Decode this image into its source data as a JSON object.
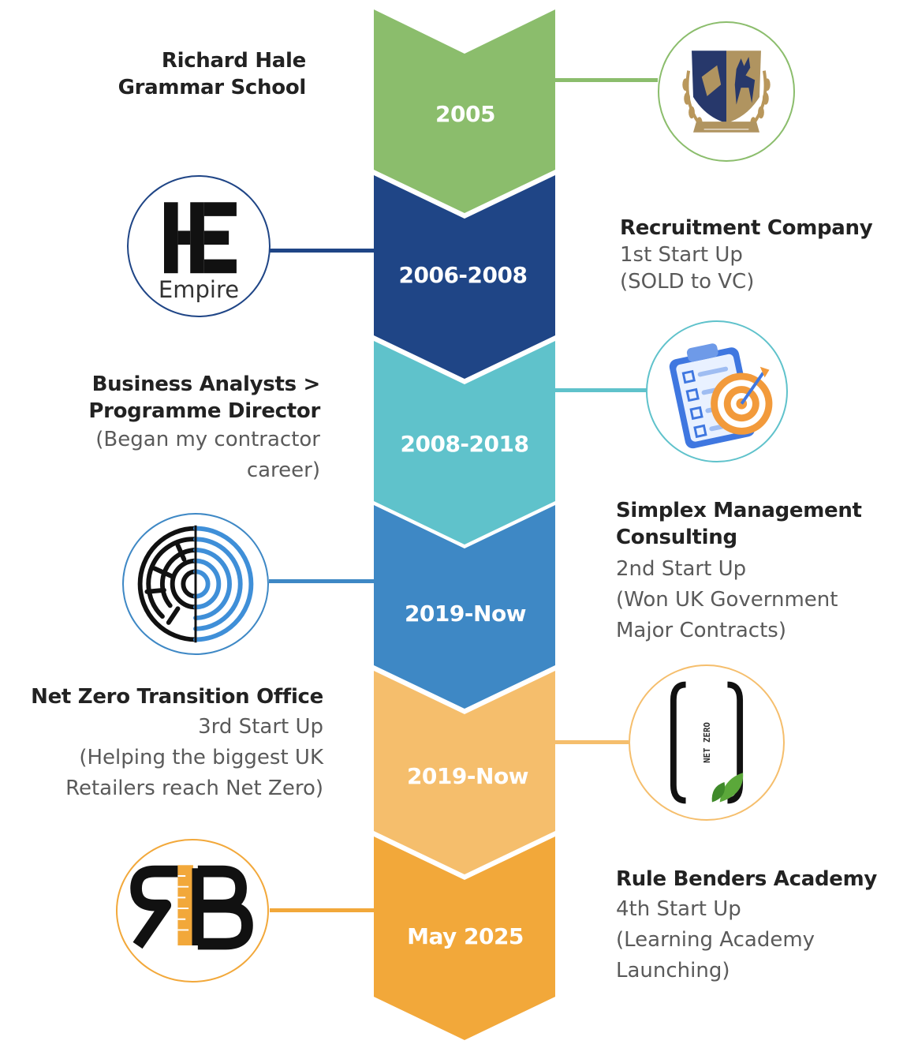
{
  "colors": {
    "green": "#8bbd6c",
    "navy": "#1f4586",
    "teal": "#5fc2cb",
    "blue": "#3e88c5",
    "lightorange": "#f5be6c",
    "orange": "#f2a83a"
  },
  "milestones": [
    {
      "year": "2005",
      "color": "#8bbd6c",
      "title": [
        "Richard Hale",
        "Grammar School"
      ],
      "lines": [],
      "logo": "school-crest-icon"
    },
    {
      "year": "2006-2008",
      "color": "#1f4586",
      "title": [
        "Recruitment Company"
      ],
      "lines": [
        "1st Start Up",
        "(SOLD to VC)"
      ],
      "logo": "empire-logo",
      "logo_text": "Empire"
    },
    {
      "year": "2008-2018",
      "color": "#5fc2cb",
      "title": [
        "Business Analysts >",
        "Programme Director"
      ],
      "lines": [
        "(Began my contractor",
        "career)"
      ],
      "logo": "clipboard-target-icon"
    },
    {
      "year": "2019-Now",
      "color": "#3e88c5",
      "title": [
        "Simplex Management",
        "Consulting"
      ],
      "lines": [
        "2nd Start Up",
        "(Won UK Government",
        "Major Contracts)"
      ],
      "logo": "maze-icon"
    },
    {
      "year": "2019-Now",
      "color": "#f5be6c",
      "title": [
        "Net Zero Transition Office"
      ],
      "lines": [
        "3rd Start Up",
        "(Helping the biggest UK",
        "Retailers reach Net Zero)"
      ],
      "logo": "net-zero-logo",
      "logo_text": "NET ZERO"
    },
    {
      "year": "May 2025",
      "color": "#f2a83a",
      "title": [
        "Rule Benders Academy"
      ],
      "lines": [
        "4th Start Up",
        "(Learning Academy",
        "Launching)"
      ],
      "logo": "rule-benders-logo"
    }
  ]
}
